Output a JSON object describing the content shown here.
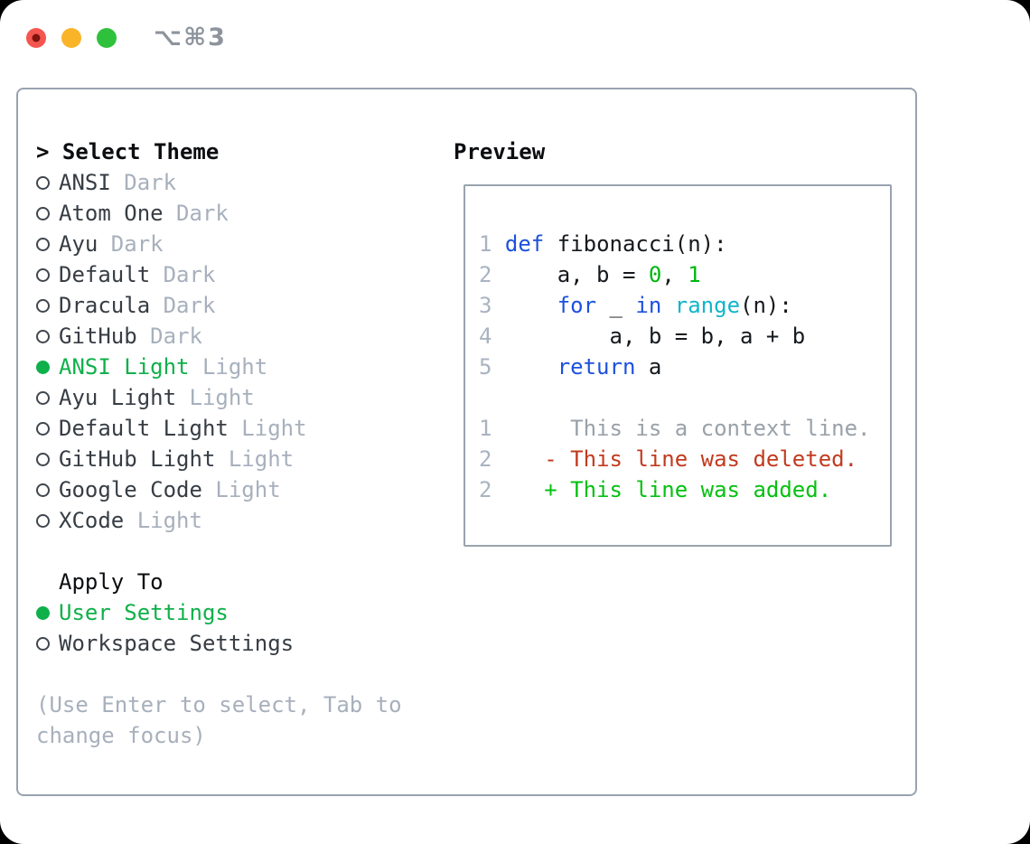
{
  "titlebar": {
    "shortcut": "⌥⌘3",
    "traffic_lights": [
      "close",
      "minimize",
      "zoom"
    ]
  },
  "icons": {
    "radio_selected": "filled-circle",
    "radio_unselected": "outline-circle",
    "header_prefix": ">"
  },
  "theme_panel": {
    "header_prefix": "> ",
    "header": "Select Theme",
    "themes": [
      {
        "name": "ANSI",
        "tag": "Dark",
        "selected": false
      },
      {
        "name": "Atom One",
        "tag": "Dark",
        "selected": false
      },
      {
        "name": "Ayu",
        "tag": "Dark",
        "selected": false
      },
      {
        "name": "Default",
        "tag": "Dark",
        "selected": false
      },
      {
        "name": "Dracula",
        "tag": "Dark",
        "selected": false
      },
      {
        "name": "GitHub",
        "tag": "Dark",
        "selected": false
      },
      {
        "name": "ANSI Light",
        "tag": "Light",
        "selected": true
      },
      {
        "name": "Ayu Light",
        "tag": "Light",
        "selected": false
      },
      {
        "name": "Default Light",
        "tag": "Light",
        "selected": false
      },
      {
        "name": "GitHub Light",
        "tag": "Light",
        "selected": false
      },
      {
        "name": "Google Code",
        "tag": "Light",
        "selected": false
      },
      {
        "name": "XCode",
        "tag": "Light",
        "selected": false
      }
    ],
    "apply_to": {
      "header": "Apply To",
      "options": [
        {
          "label": "User Settings",
          "selected": true
        },
        {
          "label": "Workspace Settings",
          "selected": false
        }
      ]
    },
    "hint_line1": "(Use Enter to select, Tab to",
    "hint_line2": "change focus)"
  },
  "preview": {
    "title": "Preview",
    "code_lines": [
      {
        "num": "1",
        "segments": [
          {
            "t": "def",
            "c": "kw"
          },
          {
            "t": " fibonacci(n):",
            "c": "tx"
          }
        ]
      },
      {
        "num": "2",
        "segments": [
          {
            "t": "    a, b = ",
            "c": "tx"
          },
          {
            "t": "0",
            "c": "lit"
          },
          {
            "t": ", ",
            "c": "tx"
          },
          {
            "t": "1",
            "c": "lit"
          }
        ]
      },
      {
        "num": "3",
        "segments": [
          {
            "t": "    ",
            "c": "tx"
          },
          {
            "t": "for",
            "c": "kw"
          },
          {
            "t": " _ ",
            "c": "tx"
          },
          {
            "t": "in",
            "c": "kw"
          },
          {
            "t": " ",
            "c": "tx"
          },
          {
            "t": "range",
            "c": "fn"
          },
          {
            "t": "(n):",
            "c": "tx"
          }
        ]
      },
      {
        "num": "4",
        "segments": [
          {
            "t": "        a, b = b, a + b",
            "c": "tx"
          }
        ]
      },
      {
        "num": "5",
        "segments": [
          {
            "t": "    ",
            "c": "tx"
          },
          {
            "t": "return",
            "c": "kw"
          },
          {
            "t": " a",
            "c": "tx"
          }
        ]
      },
      {
        "num": "",
        "segments": []
      },
      {
        "num": "1",
        "segments": [
          {
            "t": "     This is a context line.",
            "c": "ctx"
          }
        ]
      },
      {
        "num": "2",
        "segments": [
          {
            "t": "   ",
            "c": "tx"
          },
          {
            "t": "- This line was deleted.",
            "c": "del"
          }
        ]
      },
      {
        "num": "2",
        "segments": [
          {
            "t": "   ",
            "c": "tx"
          },
          {
            "t": "+ This line was added.",
            "c": "add"
          }
        ]
      }
    ]
  },
  "colors": {
    "window_bg": "#ffffff",
    "border": "#99a3af",
    "heading_text": "#0b0d10",
    "item_text": "#373d44",
    "tag_text": "#a7b0bc",
    "hint_text": "#a7b0bc",
    "accent_green": "#0fb04a",
    "radio_ring": "#40464d",
    "code_text": "#15191d",
    "code_keyword": "#1c51dd",
    "code_builtin": "#12b5c9",
    "code_literal": "#00b60e",
    "diff_context": "#99a1a9",
    "diff_deleted": "#c23a1e",
    "diff_added": "#06c011",
    "line_number": "#a9b3c0",
    "titlebar_shortcut": "#8d949d",
    "traffic_red": "#f4564f",
    "traffic_red_dot": "#7f130d",
    "traffic_yellow": "#f9b42a",
    "traffic_green": "#2fc13c"
  }
}
